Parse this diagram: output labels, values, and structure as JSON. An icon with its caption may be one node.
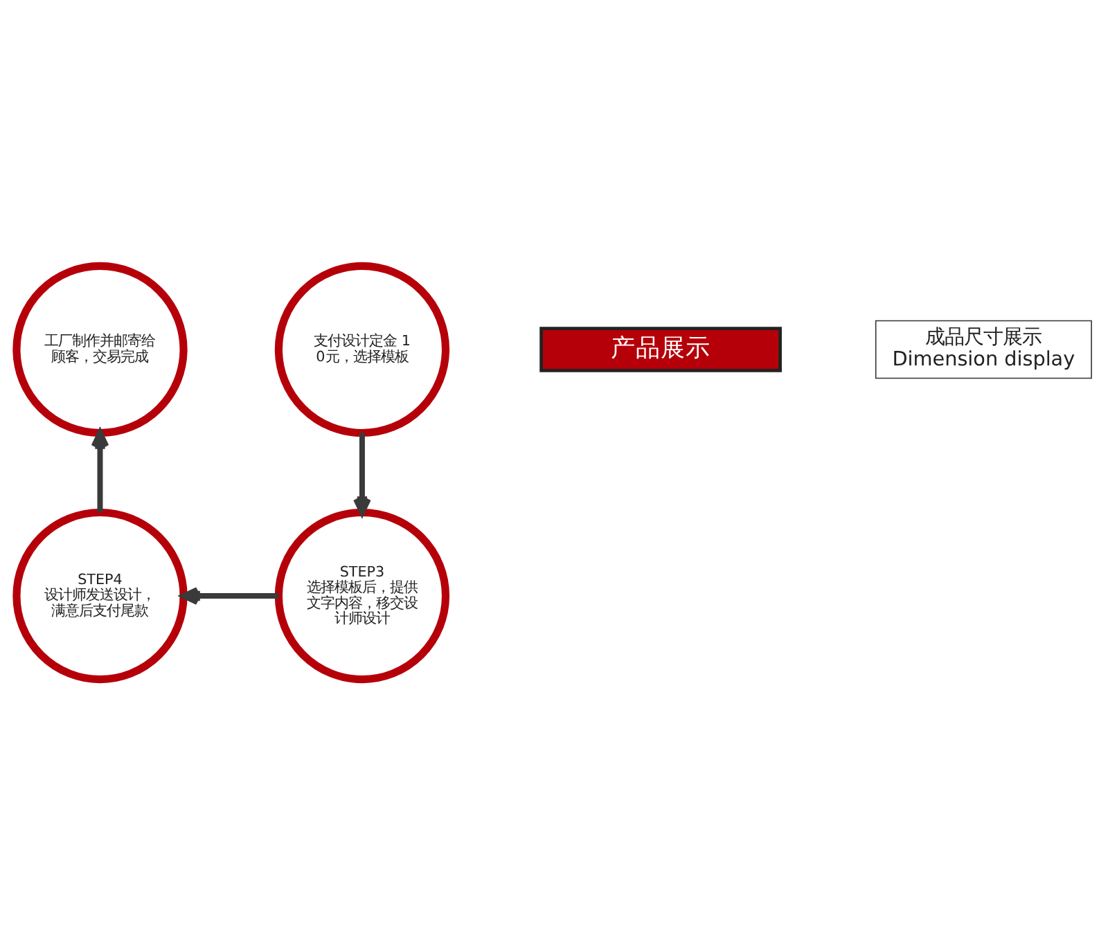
{
  "diagram": {
    "nodes": [
      {
        "text": [
          "工厂制作并邮寄给顾客，交易完成"
        ]
      },
      {
        "text": [
          "支付设计定金 10元，选择模板"
        ]
      },
      {
        "text": [
          "STEP4",
          "设计师发送设计，满意后支付尾款"
        ]
      },
      {
        "text": [
          "STEP3",
          "选择模板后，提供文字内容，移交设计师设计"
        ]
      },
      {
        "text": [
          "产品展示"
        ]
      },
      {
        "text": [
          "成品尺寸展示",
          "Dimension display"
        ]
      }
    ],
    "edges": [
      {
        "from": 1,
        "to": 3,
        "arrow": "to"
      },
      {
        "from": 3,
        "to": 2,
        "arrow": "to"
      },
      {
        "from": 2,
        "to": 0,
        "arrow": "to"
      }
    ]
  }
}
